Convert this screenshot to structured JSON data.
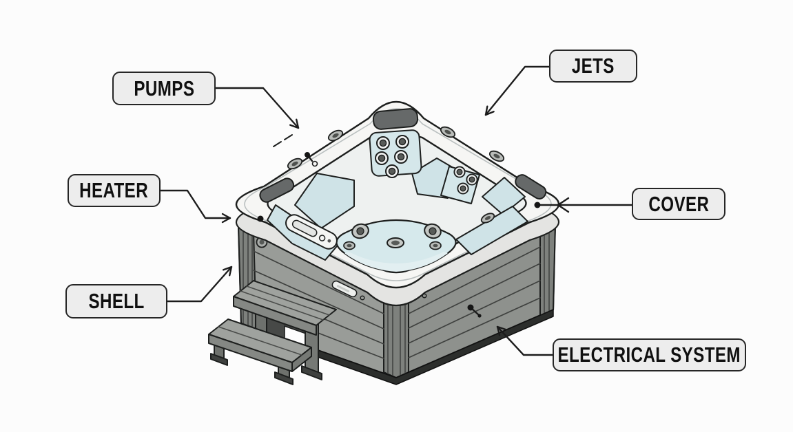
{
  "diagram": {
    "subject": "hot-tub-parts",
    "labels": [
      {
        "id": "pumps",
        "text": "PUMPS"
      },
      {
        "id": "jets",
        "text": "JETS"
      },
      {
        "id": "heater",
        "text": "HEATER"
      },
      {
        "id": "cover",
        "text": "COVER"
      },
      {
        "id": "shell",
        "text": "SHELL"
      },
      {
        "id": "electrical-system",
        "text": "ELECTRICAL SYSTEM"
      }
    ]
  },
  "colors": {
    "background": "#fcfcfc",
    "label_fill": "#ededed",
    "label_border": "#262626",
    "label_text": "#101010",
    "line": "#1c1c1c",
    "shell_white": "#f6f6f4",
    "water": "#cfe3e7",
    "floor": "#d6e9ec",
    "cabinet_left": "#999c98",
    "cabinet_right": "#8e918d",
    "cabinet_corner": "#7e817d",
    "cabinet_base": "#2c2e2c",
    "pillow": "#666969",
    "steps_top": "#9fa29e"
  }
}
